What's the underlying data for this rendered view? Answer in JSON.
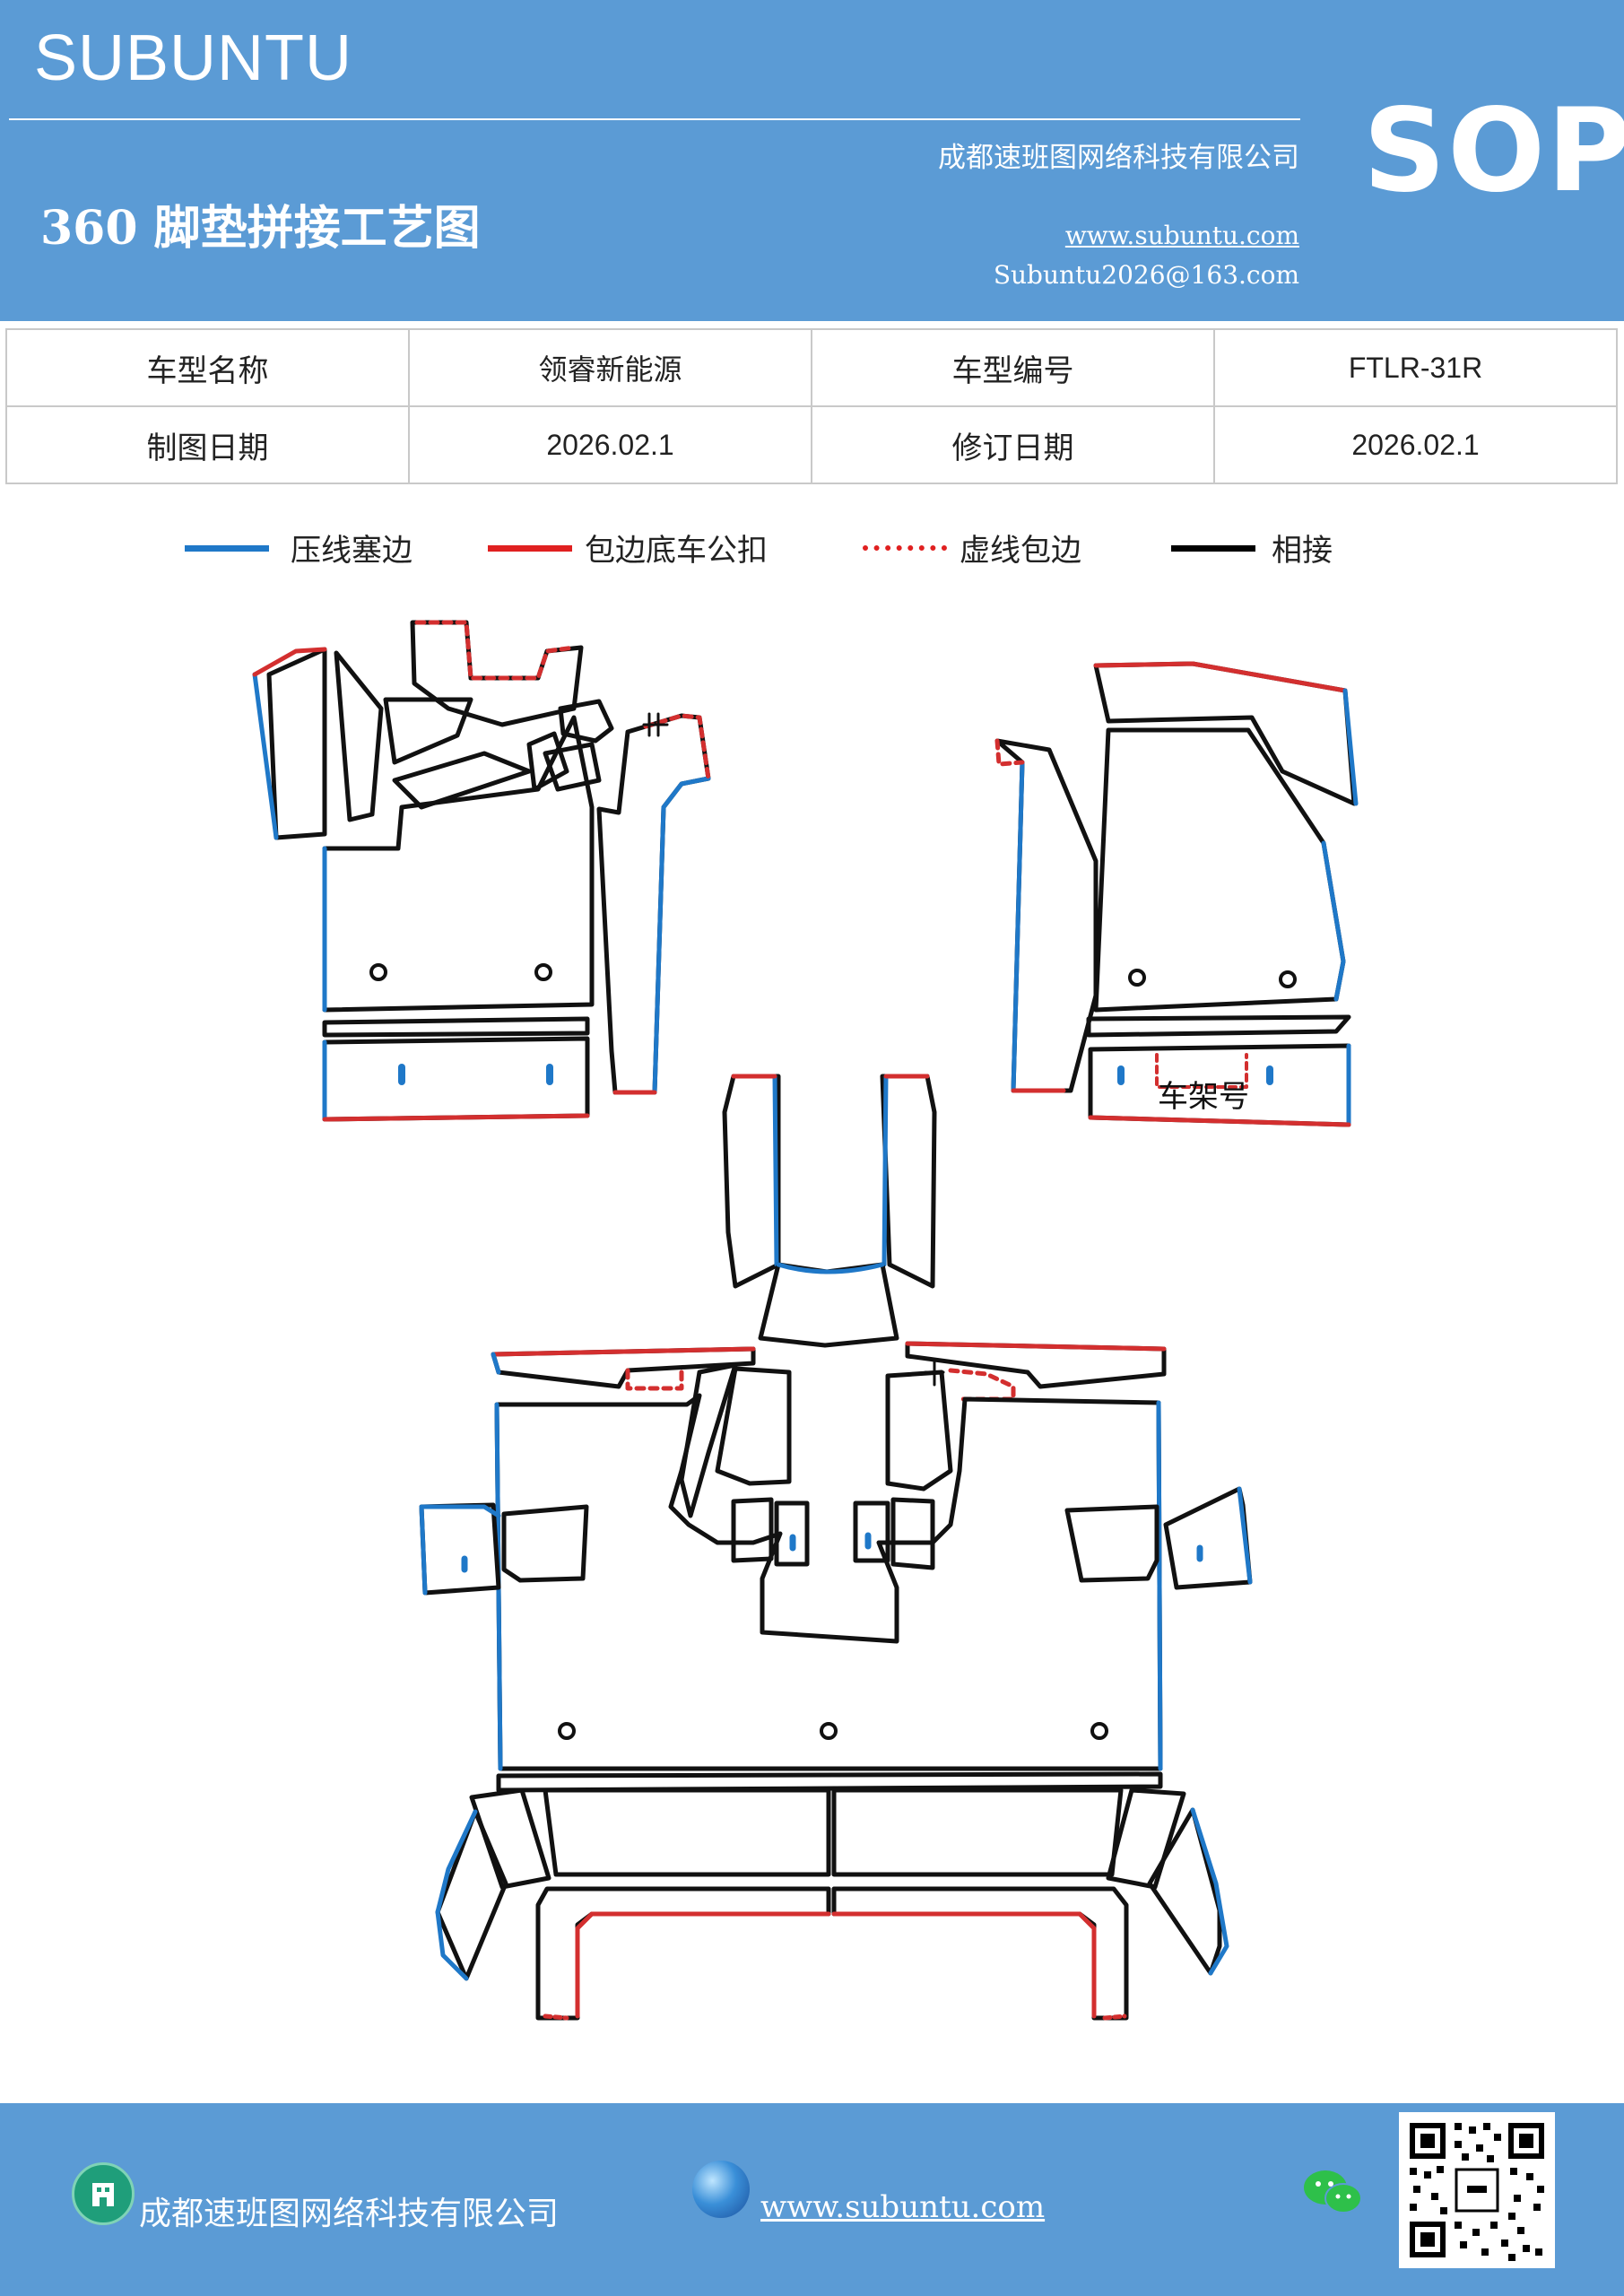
{
  "header": {
    "brand": "SUBUNTU",
    "company": "成都速班图网络科技有限公司",
    "title": "360 脚垫拼接工艺图",
    "website": "www.subuntu.com",
    "email": "Subuntu2026@163.com",
    "badge": "SOP"
  },
  "info_table": {
    "rows": [
      [
        {
          "label": "车型名称"
        },
        {
          "value": "领睿新能源"
        },
        {
          "label": "车型编号"
        },
        {
          "value": "FTLR-31R"
        }
      ],
      [
        {
          "label": "制图日期"
        },
        {
          "value": "2026.02.1"
        },
        {
          "label": "修订日期"
        },
        {
          "value": "2026.02.1"
        }
      ]
    ]
  },
  "legend": [
    {
      "label": "压线塞边",
      "color": "#1f78c8",
      "style": "solid"
    },
    {
      "label": "包边底车公扣",
      "color": "#e02020",
      "style": "solid"
    },
    {
      "label": "虚线包边",
      "color": "#e02020",
      "style": "dotted"
    },
    {
      "label": "相接",
      "color": "#000000",
      "style": "solid"
    }
  ],
  "diagram": {
    "frame_label": "车架号",
    "colors": {
      "press": "#1f78c8",
      "wrap": "#d32f2f",
      "join": "#111111"
    }
  },
  "footer": {
    "company": "成都速班图网络科技有限公司",
    "website": "www.subuntu.com"
  },
  "icons": [
    "building-icon",
    "globe-icon",
    "wechat-icon",
    "qr-code"
  ]
}
